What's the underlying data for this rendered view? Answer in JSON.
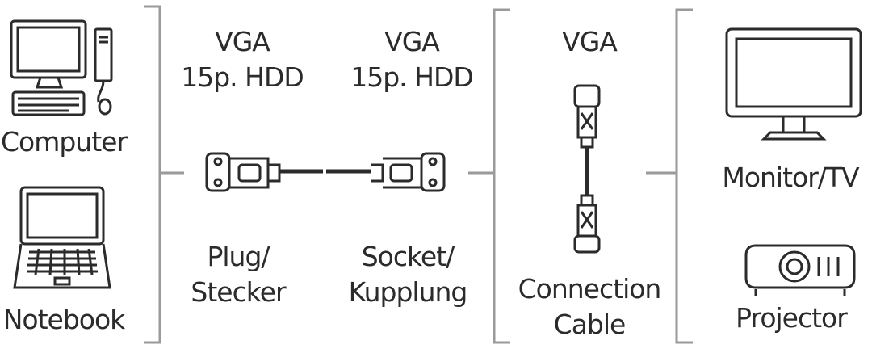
{
  "sources": {
    "computer": {
      "label": "Computer",
      "icon": "desktop-computer-icon"
    },
    "notebook": {
      "label": "Notebook",
      "icon": "laptop-icon"
    }
  },
  "cable": {
    "plug": {
      "type_line1": "VGA",
      "type_line2": "15p. HDD",
      "label_line1": "Plug/",
      "label_line2": "Stecker"
    },
    "socket": {
      "type_line1": "VGA",
      "type_line2": "15p. HDD",
      "label_line1": "Socket/",
      "label_line2": "Kupplung"
    }
  },
  "connection": {
    "type": "VGA",
    "label_line1": "Connection",
    "label_line2": "Cable"
  },
  "targets": {
    "monitor": {
      "label": "Monitor/TV",
      "icon": "monitor-icon"
    },
    "projector": {
      "label": "Projector",
      "icon": "projector-icon"
    }
  },
  "colors": {
    "line": "#2b2b2b",
    "bracket": "#9a9a9a"
  }
}
